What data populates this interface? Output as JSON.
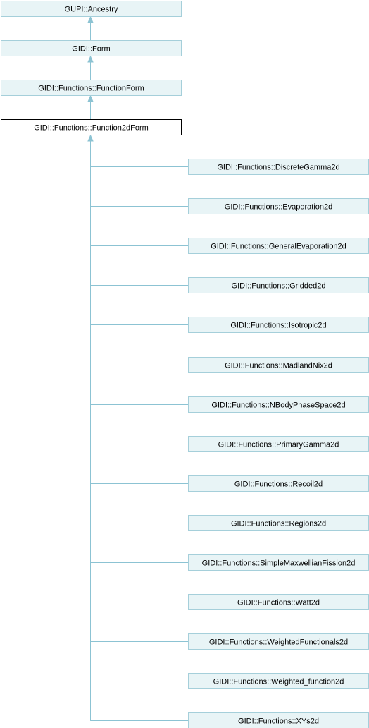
{
  "ancestors": [
    {
      "label": "GUPI::Ancestry"
    },
    {
      "label": "GIDI::Form"
    },
    {
      "label": "GIDI::Functions::FunctionForm"
    }
  ],
  "current": {
    "label": "GIDI::Functions::Function2dForm"
  },
  "children": [
    {
      "label": "GIDI::Functions::DiscreteGamma2d"
    },
    {
      "label": "GIDI::Functions::Evaporation2d"
    },
    {
      "label": "GIDI::Functions::GeneralEvaporation2d"
    },
    {
      "label": "GIDI::Functions::Gridded2d"
    },
    {
      "label": "GIDI::Functions::Isotropic2d"
    },
    {
      "label": "GIDI::Functions::MadlandNix2d"
    },
    {
      "label": "GIDI::Functions::NBodyPhaseSpace2d"
    },
    {
      "label": "GIDI::Functions::PrimaryGamma2d"
    },
    {
      "label": "GIDI::Functions::Recoil2d"
    },
    {
      "label": "GIDI::Functions::Regions2d"
    },
    {
      "label": "GIDI::Functions::SimpleMaxwellianFission2d"
    },
    {
      "label": "GIDI::Functions::Watt2d"
    },
    {
      "label": "GIDI::Functions::WeightedFunctionals2d"
    },
    {
      "label": "GIDI::Functions::Weighted_function2d"
    },
    {
      "label": "GIDI::Functions::XYs2d"
    }
  ]
}
